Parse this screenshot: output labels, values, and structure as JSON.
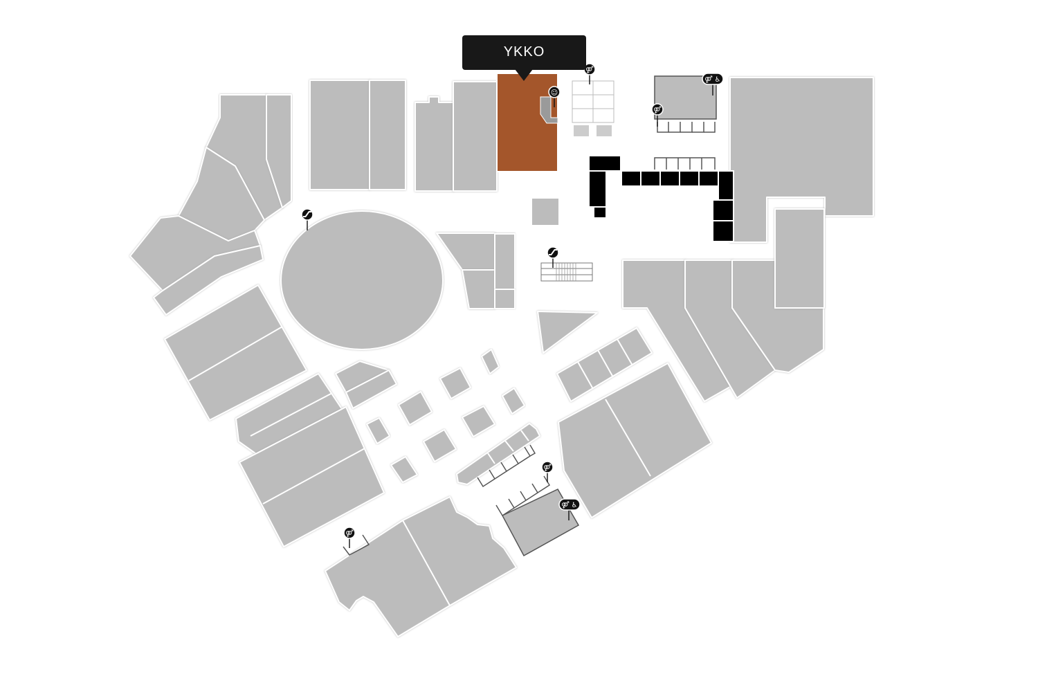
{
  "map": {
    "selected_store": {
      "name": "YKKO",
      "highlight_color": "#a4562b"
    },
    "colors": {
      "unit_fill": "#bcbcbc",
      "corridor": "#ffffff",
      "service_block": "#000000",
      "icon": "#111111",
      "callout_background": "#181818"
    },
    "pins": [
      {
        "type": "restroom",
        "icon": "restroom-icon"
      },
      {
        "type": "baby-care",
        "icon": "baby-care-icon"
      },
      {
        "type": "restroom-accessible",
        "icon": "restroom-accessible-icon"
      },
      {
        "type": "restroom",
        "icon": "restroom-icon"
      },
      {
        "type": "escalator",
        "icon": "escalator-icon"
      },
      {
        "type": "escalator",
        "icon": "escalator-icon"
      },
      {
        "type": "restroom",
        "icon": "restroom-icon"
      },
      {
        "type": "restroom-accessible",
        "icon": "restroom-accessible-icon"
      },
      {
        "type": "restroom",
        "icon": "restroom-icon"
      }
    ]
  }
}
